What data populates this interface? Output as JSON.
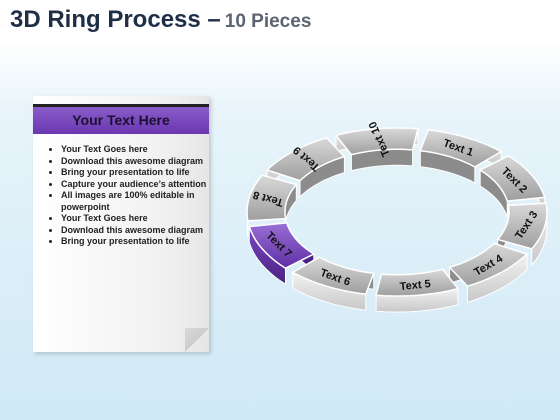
{
  "title": {
    "main": "3D Ring Process –",
    "sub": "10 Pieces"
  },
  "note": {
    "heading": "Your Text Here",
    "bullets": [
      "Your Text Goes here",
      "Download this awesome diagram",
      "Bring your presentation to life",
      "Capture your audience’s attention",
      "All images are 100% editable in powerpoint",
      "Your Text Goes here",
      "Download this awesome diagram",
      "Bring your presentation to life"
    ]
  },
  "ring": {
    "highlight_color": "#7a48c0",
    "segment_color": "#b9b9b9",
    "segments": [
      {
        "label": "Text 1"
      },
      {
        "label": "Text 2"
      },
      {
        "label": "Text 3"
      },
      {
        "label": "Text 4"
      },
      {
        "label": "Text 5"
      },
      {
        "label": "Text 6"
      },
      {
        "label": "Text 7",
        "highlighted": true
      },
      {
        "label": "Text 8"
      },
      {
        "label": "Text 9"
      },
      {
        "label": "Text 10"
      }
    ]
  }
}
